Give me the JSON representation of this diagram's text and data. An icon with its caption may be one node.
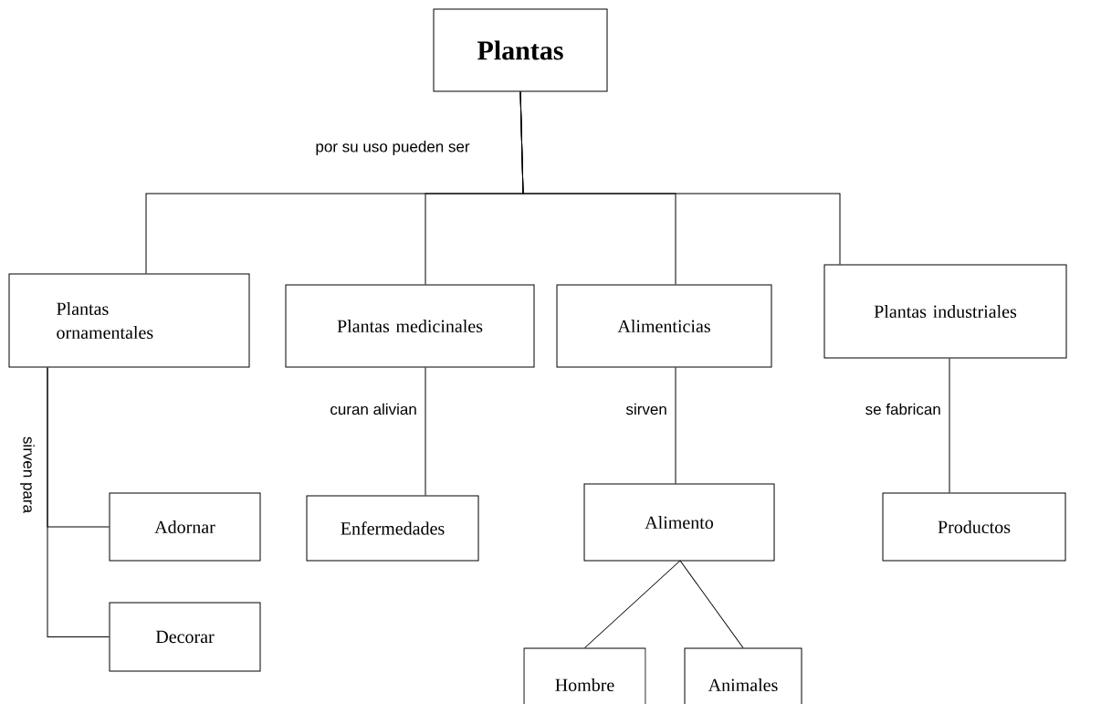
{
  "diagram": {
    "nodes": [
      {
        "text": [
          "Plantas"
        ]
      },
      {
        "text": [
          "Plantas ornamentales"
        ]
      },
      {
        "text": [
          "Plantas medicinales"
        ]
      },
      {
        "text": [
          "Alimenticias"
        ]
      },
      {
        "text": [
          "Plantas industriales"
        ]
      },
      {
        "text": [
          "Adornar"
        ]
      },
      {
        "text": [
          "Enfermedades"
        ]
      },
      {
        "text": [
          "Alimento"
        ]
      },
      {
        "text": [
          "Productos"
        ]
      },
      {
        "text": [
          "Decorar"
        ]
      },
      {
        "text": [
          "Hombre"
        ]
      },
      {
        "text": [
          "Animales"
        ]
      }
    ],
    "edges": [
      {
        "from": 0,
        "to": 1,
        "arrow": "none",
        "label": "por su uso pueden ser"
      },
      {
        "from": 0,
        "to": 2,
        "arrow": "none"
      },
      {
        "from": 0,
        "to": 3,
        "arrow": "none"
      },
      {
        "from": 0,
        "to": 4,
        "arrow": "none"
      },
      {
        "from": 1,
        "to": 5,
        "arrow": "none",
        "label": "sirven para"
      },
      {
        "from": 1,
        "to": 9,
        "arrow": "none"
      },
      {
        "from": 2,
        "to": 6,
        "arrow": "none",
        "label": "curan alivian"
      },
      {
        "from": 3,
        "to": 7,
        "arrow": "none",
        "label": "sirven"
      },
      {
        "from": 4,
        "to": 8,
        "arrow": "none",
        "label": "se fabrican"
      },
      {
        "from": 7,
        "to": 10,
        "arrow": "none"
      },
      {
        "from": 7,
        "to": 11,
        "arrow": "none"
      }
    ]
  }
}
